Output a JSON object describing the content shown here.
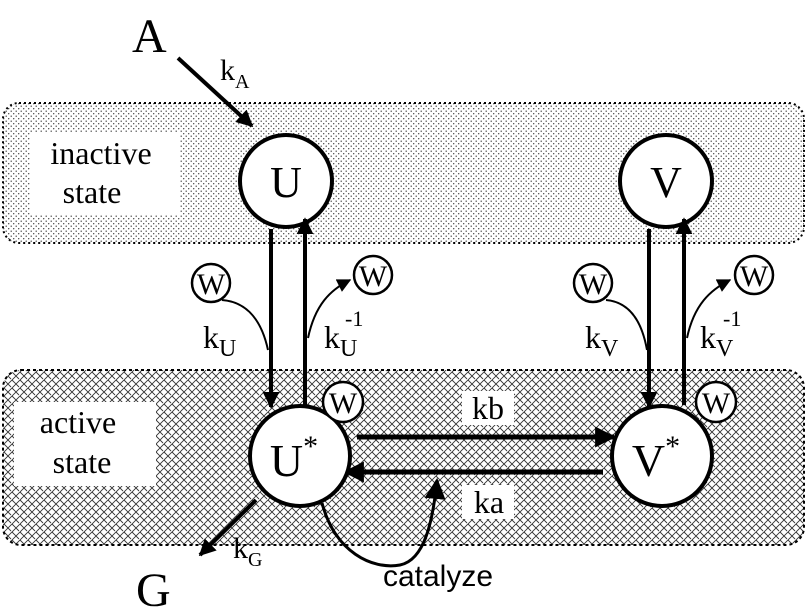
{
  "colors": {
    "stroke": "#000000",
    "background": "#ffffff"
  },
  "regions": {
    "inactive": {
      "line1": "inactive",
      "line2": "state"
    },
    "active": {
      "line1": "active",
      "line2": "state"
    }
  },
  "nodes": {
    "u": "U",
    "v": "V",
    "u_star": {
      "base": "U",
      "sup": "*"
    },
    "v_star": {
      "base": "V",
      "sup": "*"
    },
    "w": "W"
  },
  "species": {
    "a": "A",
    "g": "G"
  },
  "rates": {
    "k_a_in": {
      "base": "k",
      "sub": "A"
    },
    "k_u": {
      "base": "k",
      "sub": "U"
    },
    "k_u_inv": {
      "base": "k",
      "sub": "U",
      "sup": "-1"
    },
    "k_v": {
      "base": "k",
      "sub": "V"
    },
    "k_v_inv": {
      "base": "k",
      "sub": "V",
      "sup": "-1"
    },
    "k_g": {
      "base": "k",
      "sub": "G"
    },
    "kb": "kb",
    "ka": "ka"
  },
  "catalyze_label": "catalyze"
}
